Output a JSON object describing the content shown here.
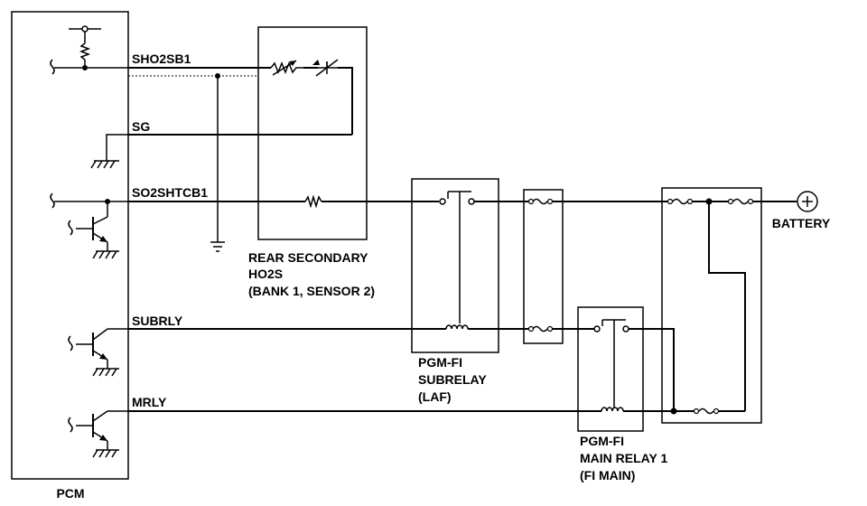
{
  "pcm": {
    "label": "PCM"
  },
  "signals": {
    "sho2sb1": "SHO2SB1",
    "sg": "SG",
    "so2shtcb1": "SO2SHTCB1",
    "subrly": "SUBRLY",
    "mrly": "MRLY"
  },
  "sensor": {
    "line1": "REAR SECONDARY",
    "line2": "HO2S",
    "line3": "(BANK 1, SENSOR 2)"
  },
  "subrelay": {
    "line1": "PGM-FI",
    "line2": "SUBRELAY",
    "line3": "(LAF)"
  },
  "mainrelay": {
    "line1": "PGM-FI",
    "line2": "MAIN RELAY 1",
    "line3": "(FI MAIN)"
  },
  "battery": {
    "label": "BATTERY",
    "symbol": "+"
  }
}
